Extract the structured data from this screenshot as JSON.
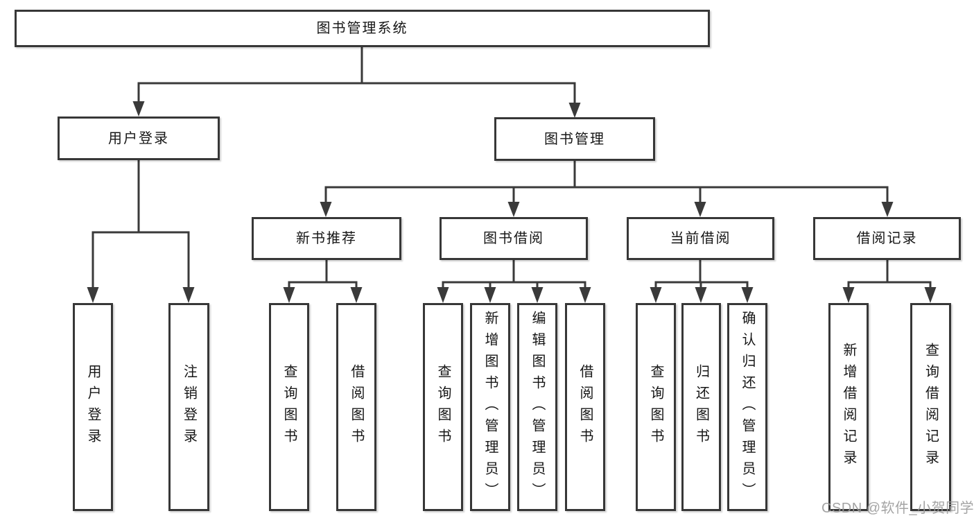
{
  "root": {
    "label": "图书管理系统"
  },
  "branches": [
    {
      "label": "用户登录",
      "children": [
        {
          "label": "用户登录"
        },
        {
          "label": "注销登录"
        }
      ]
    },
    {
      "label": "图书管理",
      "children": [
        {
          "label": "新书推荐",
          "children": [
            {
              "label": "查询图书"
            },
            {
              "label": "借阅图书"
            }
          ]
        },
        {
          "label": "图书借阅",
          "children": [
            {
              "label": "查询图书"
            },
            {
              "label": "新增图书（管理员）"
            },
            {
              "label": "编辑图书（管理员）"
            },
            {
              "label": "借阅图书"
            }
          ]
        },
        {
          "label": "当前借阅",
          "children": [
            {
              "label": "查询图书"
            },
            {
              "label": "归还图书"
            },
            {
              "label": "确认归还（管理员）"
            }
          ]
        },
        {
          "label": "借阅记录",
          "children": [
            {
              "label": "新增借阅记录"
            },
            {
              "label": "查询借阅记录"
            }
          ]
        }
      ]
    }
  ],
  "watermark": {
    "text": "CSDN @软件_小贺同学"
  },
  "colors": {
    "line": "#3a3a3a",
    "text": "#161616",
    "watermark": "#9a9a9a",
    "background": "#ffffff"
  }
}
